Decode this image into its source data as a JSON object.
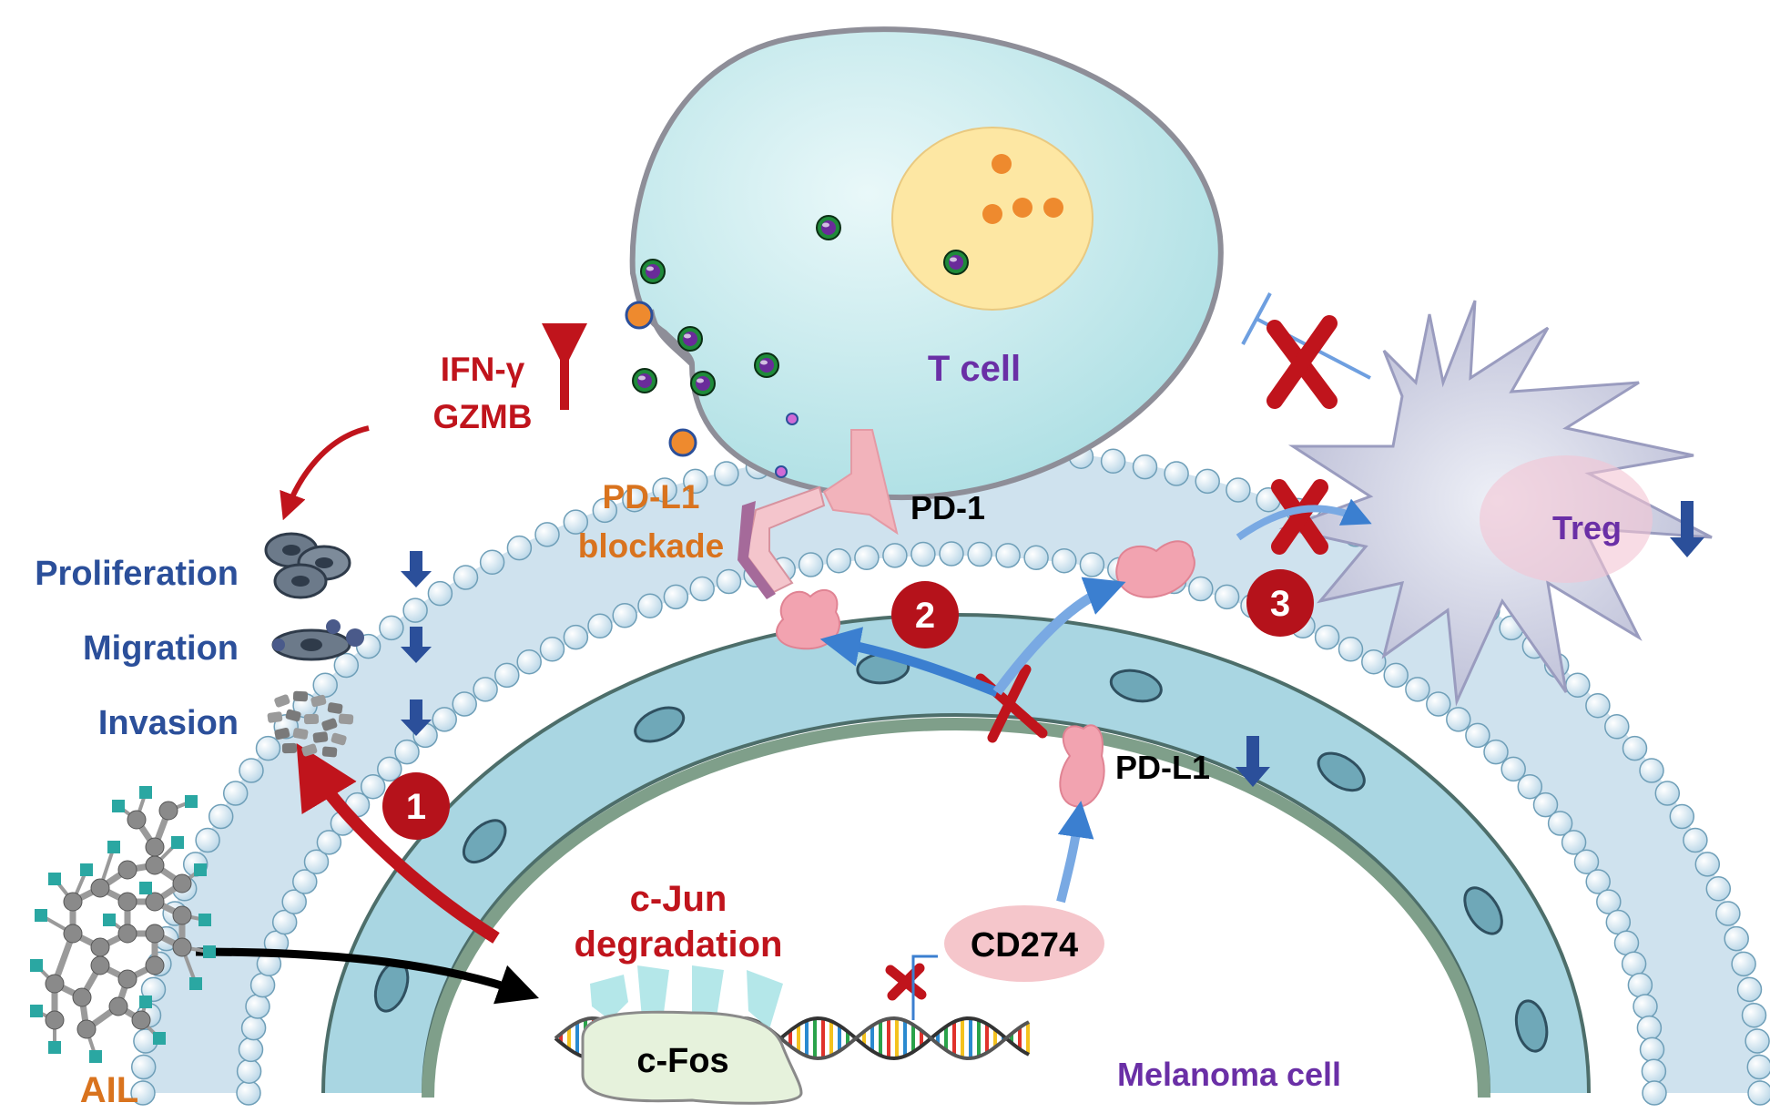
{
  "labels": {
    "t_cell": "T cell",
    "pd1": "PD-1",
    "pdl1_blockade_line1": "PD-L1",
    "pdl1_blockade_line2": "blockade",
    "ifn": "IFN-γ",
    "gzmb": "GZMB",
    "proliferation": "Proliferation",
    "migration": "Migration",
    "invasion": "Invasion",
    "treg": "Treg",
    "pdl1": "PD-L1",
    "cd274": "CD274",
    "cjun_line1": "c-Jun",
    "cjun_line2": "degradation",
    "cfos": "c-Fos",
    "melanoma": "Melanoma cell",
    "ail": "AIL"
  },
  "badges": [
    "1",
    "2",
    "3"
  ],
  "colors": {
    "red": "#c0141c",
    "blue": "#2b4f9a",
    "orange": "#d9731e",
    "purple": "#6a2fa6",
    "tcell_fill": "#cdeef0",
    "nucleus_fill": "#fde7a3",
    "pdl1_protein": "#f2a3b0",
    "membrane_head": "#dcecf5",
    "ail_atom_teal": "#2aa7a2",
    "ail_atom_gray": "#808080"
  },
  "icons": [
    "cell-cluster-icon",
    "migrating-cell-icon",
    "fragmented-cell-icon",
    "dna-helix-icon",
    "ail-molecule-icon",
    "granule-icon",
    "treg-cell-icon"
  ]
}
